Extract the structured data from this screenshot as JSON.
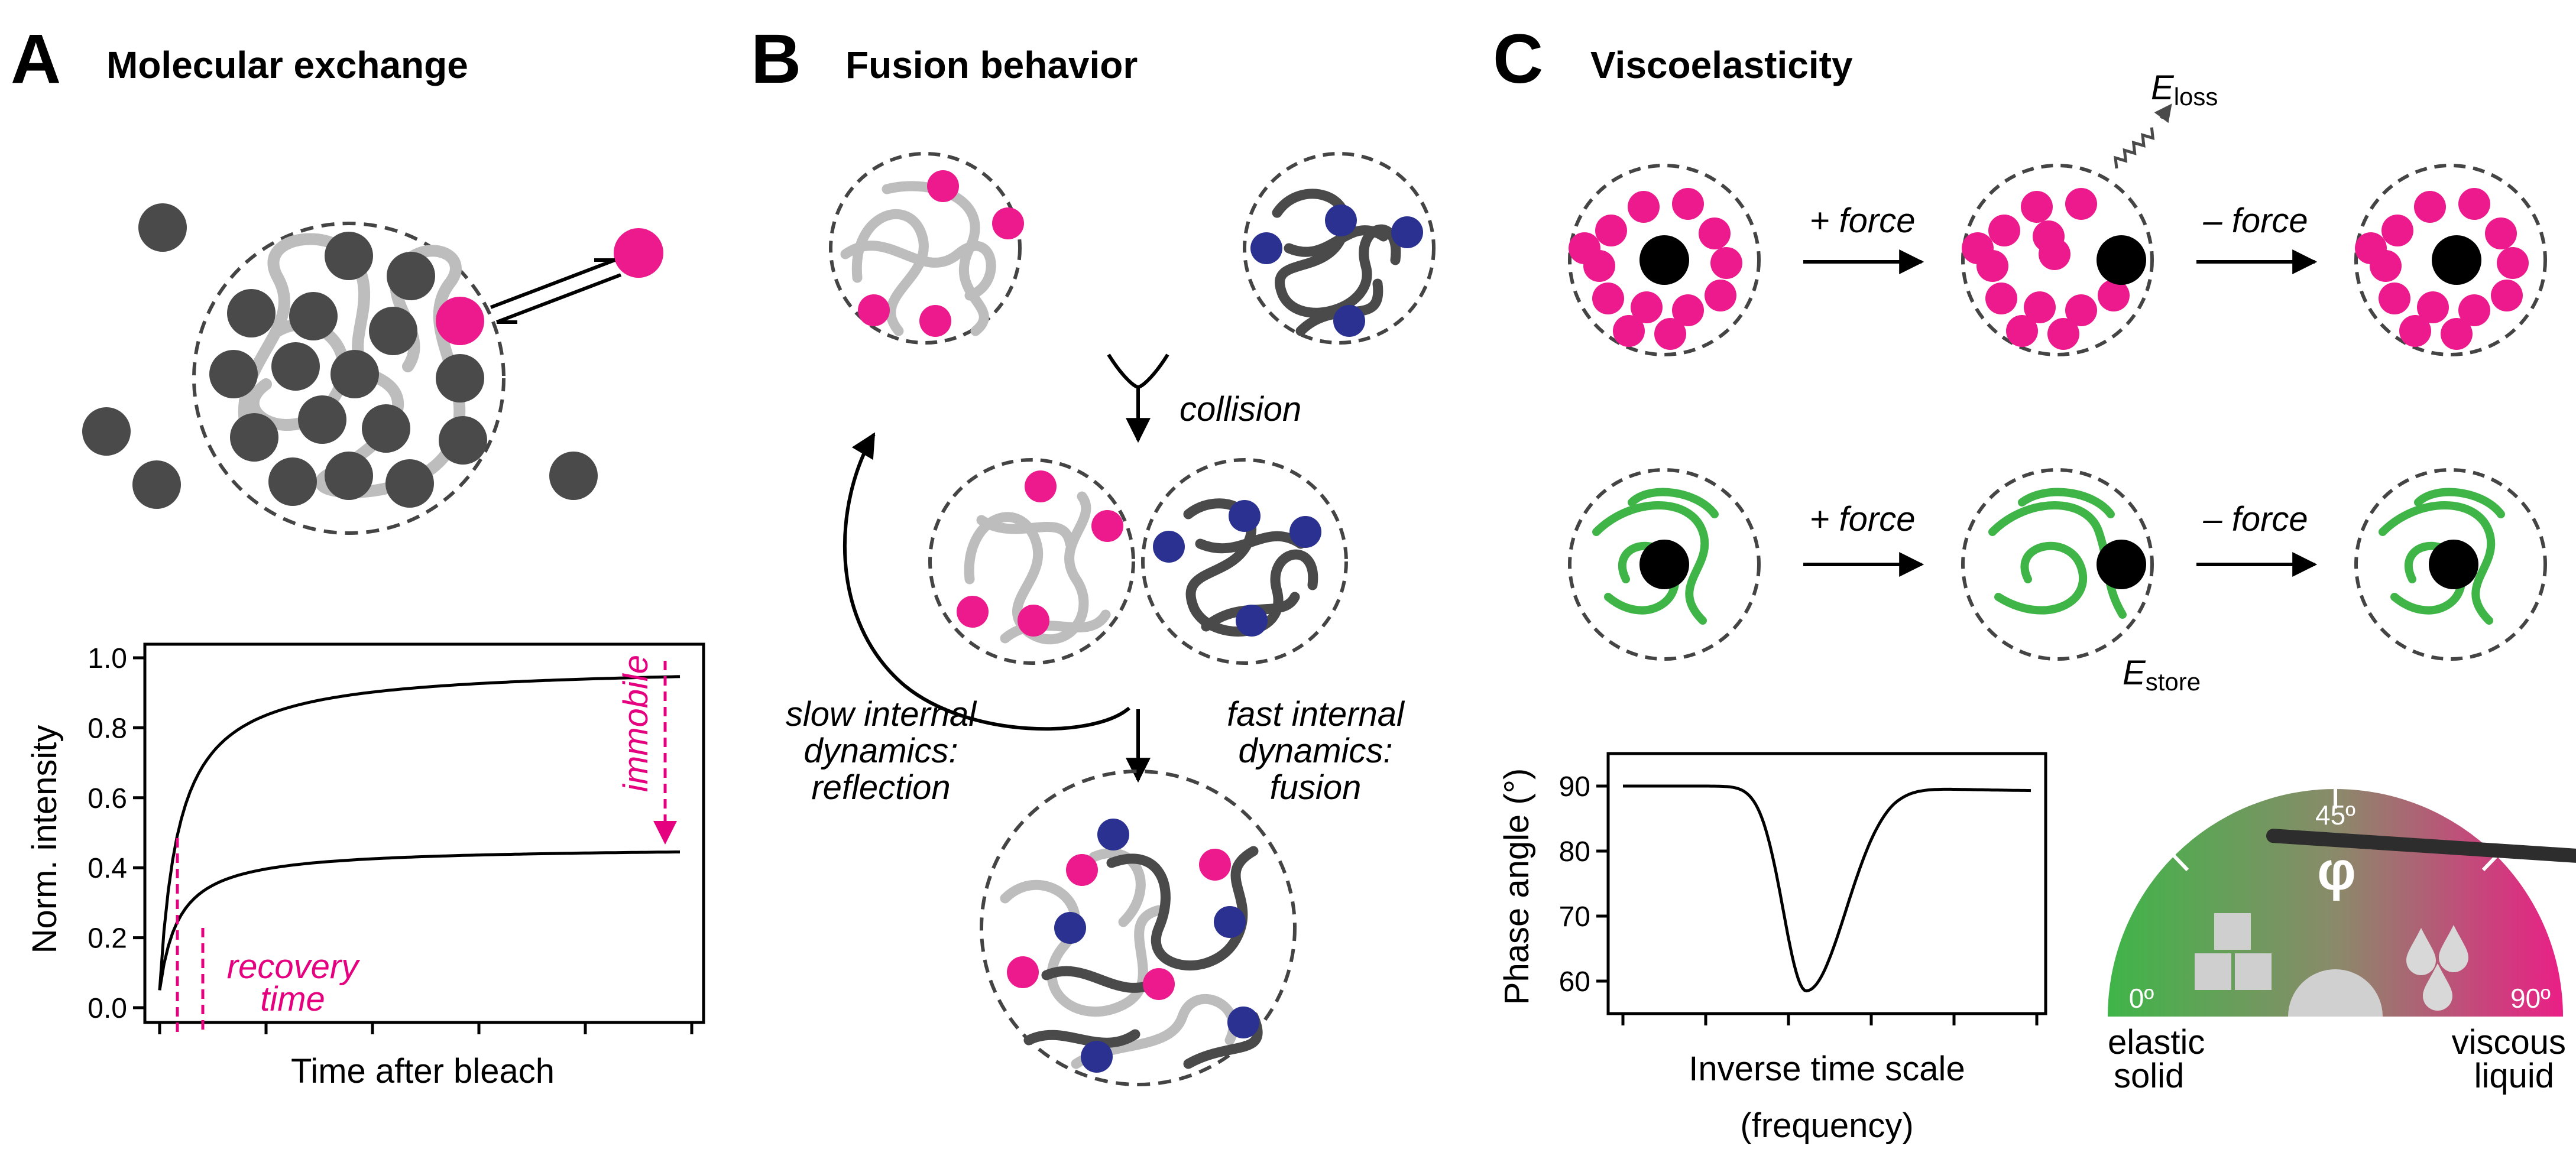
{
  "colors": {
    "magenta": "#ec1a8c",
    "gray_dark": "#4a4a4a",
    "gray_light": "#bdbdbd",
    "navy": "#2a3190",
    "green": "#3fb548",
    "black": "#000000"
  },
  "panels": {
    "A": {
      "letter": "A",
      "title": "Molecular exchange",
      "chart_data": {
        "type": "line",
        "xlabel": "Time after bleach",
        "ylabel": "Norm. intensity",
        "ylim": [
          0,
          1
        ],
        "yticks": [
          "0.0",
          "0.2",
          "0.4",
          "0.6",
          "0.8",
          "1.0"
        ],
        "series": [
          {
            "plateau": 0.98,
            "start": 0.05
          },
          {
            "plateau": 0.46,
            "start": 0.05
          }
        ],
        "annotations": {
          "immobile": "immobile",
          "recovery_line1": "recovery",
          "recovery_line2": "time"
        }
      }
    },
    "B": {
      "letter": "B",
      "title": "Fusion behavior",
      "collision": "collision",
      "slow": [
        "slow internal",
        "dynamics:",
        "reflection"
      ],
      "fast": [
        "fast internal",
        "dynamics:",
        "fusion"
      ]
    },
    "C": {
      "letter": "C",
      "title": "Viscoelasticity",
      "plus_force": "+ force",
      "minus_force": "– force",
      "e_loss_main": "E",
      "e_loss_sub": "loss",
      "e_store_main": "E",
      "e_store_sub": "store",
      "chart_data": {
        "type": "line",
        "xlabel_line1": "Inverse time scale",
        "xlabel_line2": "(frequency)",
        "ylabel": "Phase angle (°)",
        "ylim": [
          55,
          95
        ],
        "yticks": [
          "60",
          "70",
          "80",
          "90"
        ],
        "baseline": 90,
        "minimum": 58.5
      },
      "gauge": {
        "phi": "φ",
        "label_0": "0º",
        "label_45": "45º",
        "label_90": "90º",
        "left_line1": "elastic",
        "left_line2": "solid",
        "right_line1": "viscous",
        "right_line2": "liquid",
        "needle_angle_deg": 30
      }
    }
  }
}
